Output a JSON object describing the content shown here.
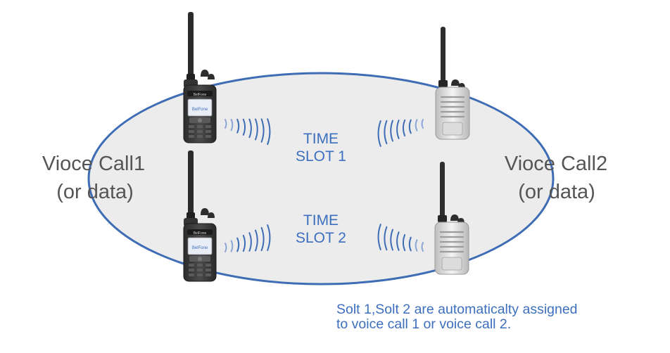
{
  "left_call": {
    "line1": "Vioce Call1",
    "line2": "(or data)"
  },
  "right_call": {
    "line1": "Vioce Call2",
    "line2": "(or data)"
  },
  "slot1": {
    "line1": "TIME",
    "line2": "SLOT 1"
  },
  "slot2": {
    "line1": "TIME",
    "line2": "SLOT 2"
  },
  "radio_brand": "BelFone",
  "caption": {
    "line1": "Solt 1,Solt 2 are automaticalty assigned",
    "line2": "to voice call 1 or voice call 2."
  },
  "colors": {
    "ellipse_fill": "#ececec",
    "ellipse_stroke": "#3f6db5",
    "accent_text": "#3c6fbe",
    "side_text": "#555555",
    "wave": "#3f6db5"
  }
}
